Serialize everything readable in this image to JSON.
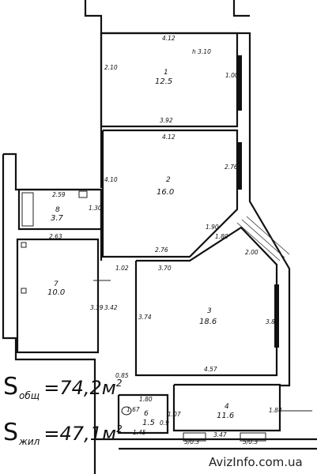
{
  "rooms": [
    {
      "number": "1",
      "area": "12.5"
    },
    {
      "number": "2",
      "area": "16.0"
    },
    {
      "number": "3",
      "area": "18.6"
    },
    {
      "number": "4",
      "area": "11.6"
    },
    {
      "number": "6",
      "area": "1.5"
    },
    {
      "number": "7",
      "area": "10.0"
    },
    {
      "number": "8",
      "area": "3.7"
    }
  ],
  "dimensions": {
    "r1_top": "4.12",
    "r1_height": "h 3.10",
    "r1_left": "2.10",
    "r1_right": "1.00",
    "r1_bottom": "3.92",
    "r2_top": "4.12",
    "r2_left": "4.10",
    "r2_right": "2.76",
    "r2_bottom": "2.76",
    "r2_diag": "1.90",
    "r3_top": "3.70",
    "r3_left": "3.74",
    "r3_right": "3.80",
    "r3_bottom": "4.57",
    "r3_diag": "1.80",
    "r3_diag2": "2.00",
    "r4_left": "1.07",
    "r4_bottom": "3.47",
    "r4_right": "1.84",
    "r4_top": "1.80",
    "r4_mini1": "5/0.3",
    "r4_mini2": "5/0.3",
    "r6_top": "1.67",
    "r6_bottom": "1.45",
    "r6_right": "0.9",
    "r7_top": "2.63",
    "r7_left": "3.39",
    "r7_right": "3.42",
    "r8_top": "2.59",
    "r8_right": "1.30",
    "corr1": "1.02",
    "corr2": "0.85"
  },
  "summary": {
    "total": {
      "symbol": "S",
      "subscript": "общ",
      "value": "=74,2м",
      "unit_power": "2"
    },
    "living": {
      "symbol": "S",
      "subscript": "жил",
      "value": "=47,1м",
      "unit_power": "2"
    }
  },
  "watermark": "AvizInfo.com.ua"
}
